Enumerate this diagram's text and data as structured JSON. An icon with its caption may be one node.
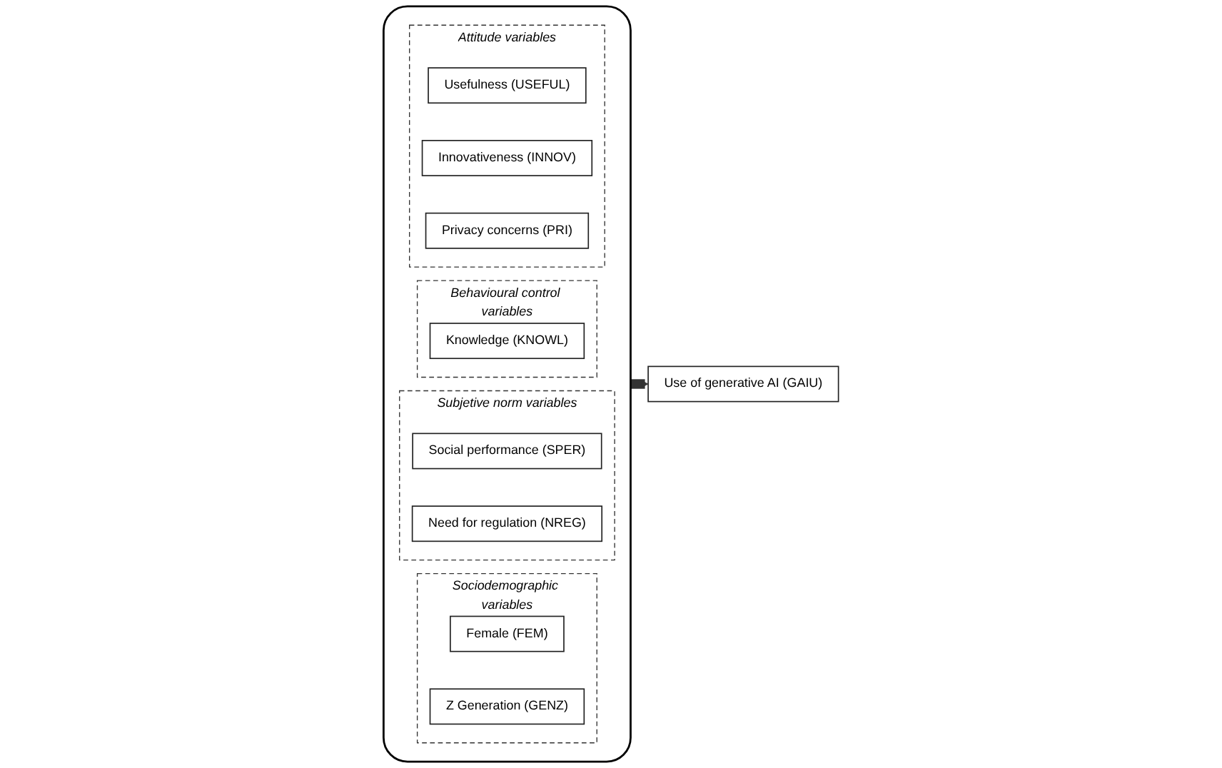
{
  "diagram": {
    "nodes": [
      {
        "text": [],
        "shape": "box"
      },
      {
        "text": [
          "Attitude variables"
        ],
        "in": 0
      },
      {
        "text": [
          "Usefulness (USEFUL)"
        ],
        "in": 1
      },
      {
        "text": [
          "Innovativeness (INNOV)"
        ],
        "in": 1
      },
      {
        "text": [
          "Privacy concerns (PRI)"
        ],
        "in": 1
      },
      {
        "text": [
          "Behavioural control variables"
        ],
        "in": 0
      },
      {
        "text": [
          "Knowledge (KNOWL)"
        ],
        "in": 5
      },
      {
        "text": [
          "Subjetive norm variables"
        ],
        "in": 0
      },
      {
        "text": [
          "Social performance (SPER)"
        ],
        "in": 7
      },
      {
        "text": [
          "Need for regulation (NREG)"
        ],
        "in": 7
      },
      {
        "text": [
          "Sociodemographic variables"
        ],
        "in": 0
      },
      {
        "text": [
          "Female (FEM)"
        ],
        "in": 10
      },
      {
        "text": [
          "Z Generation (GENZ)"
        ],
        "in": 10
      },
      {
        "text": [
          "Use of generative AI (GAIU)"
        ]
      }
    ],
    "edges": [
      {
        "from": 0,
        "to": 13,
        "arrow": "to"
      }
    ]
  }
}
